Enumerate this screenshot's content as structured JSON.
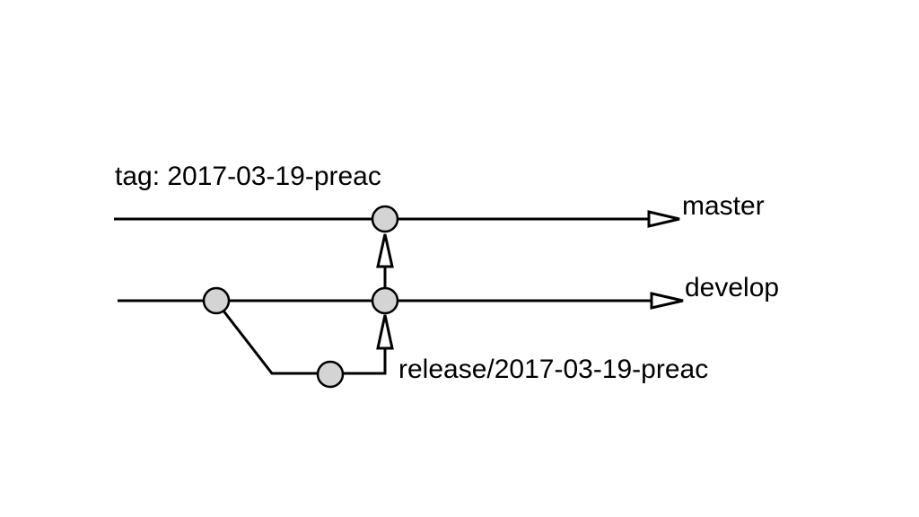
{
  "diagram": {
    "tag_label": "tag: 2017-03-19-preac",
    "master_label": "master",
    "develop_label": "develop",
    "release_label": "release/2017-03-19-preac"
  }
}
